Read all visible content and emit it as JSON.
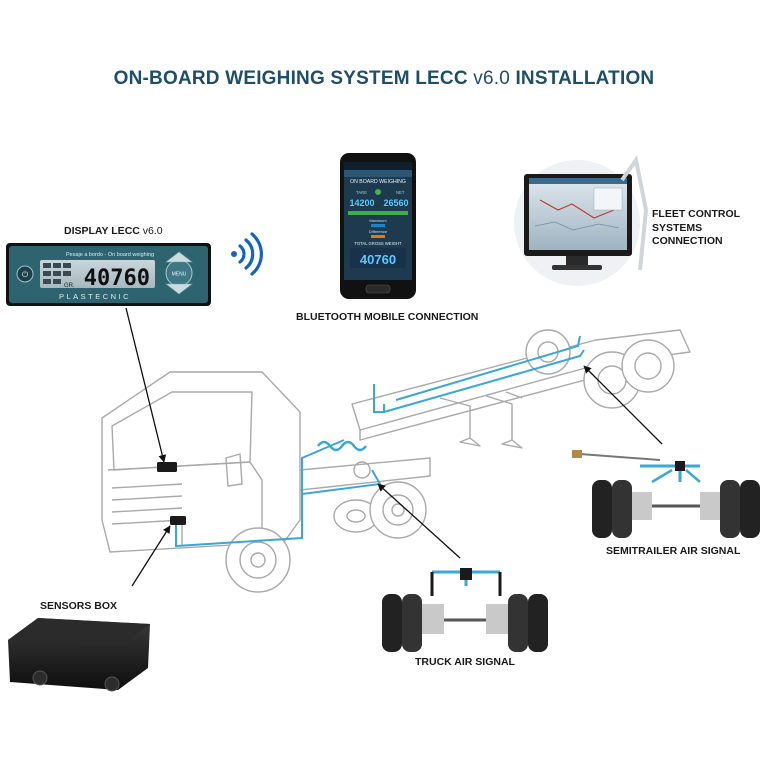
{
  "title": {
    "main": "ON-BOARD WEIGHING SYSTEM LECC",
    "version": "v6.0",
    "suffix": "INSTALLATION"
  },
  "labels": {
    "display": {
      "main": "DISPLAY LECC",
      "version": "v6.0"
    },
    "bluetooth": "BLUETOOTH MOBILE CONNECTION",
    "fleet_line1": "FLEET CONTROL",
    "fleet_line2": "SYSTEMS CONNECTION",
    "sensors_box": "SENSORS BOX",
    "semitrailer": "SEMITRAILER AIR SIGNAL",
    "truck": "TRUCK AIR SIGNAL"
  },
  "display_unit": {
    "header": "Pesaje a bordo - On board weighing",
    "value": "40760",
    "unit": "GR.",
    "brand": "PLASTECNIC",
    "menu_label": "MENU"
  },
  "phone": {
    "app_title": "ON BOARD WEIGHING",
    "tare_label": "TARE",
    "net_label": "NET",
    "tare_value": "14200",
    "net_value": "26560",
    "maximum_label": "Maximum",
    "difference_label": "Difference",
    "total_label": "TOTAL GROSS WEIGHT",
    "total_value": "40760"
  },
  "colors": {
    "title": "#1f4e6a",
    "cable": "#3ba7d6",
    "wifi": "#1565c0",
    "display_lcd": "#b7c6cc"
  }
}
